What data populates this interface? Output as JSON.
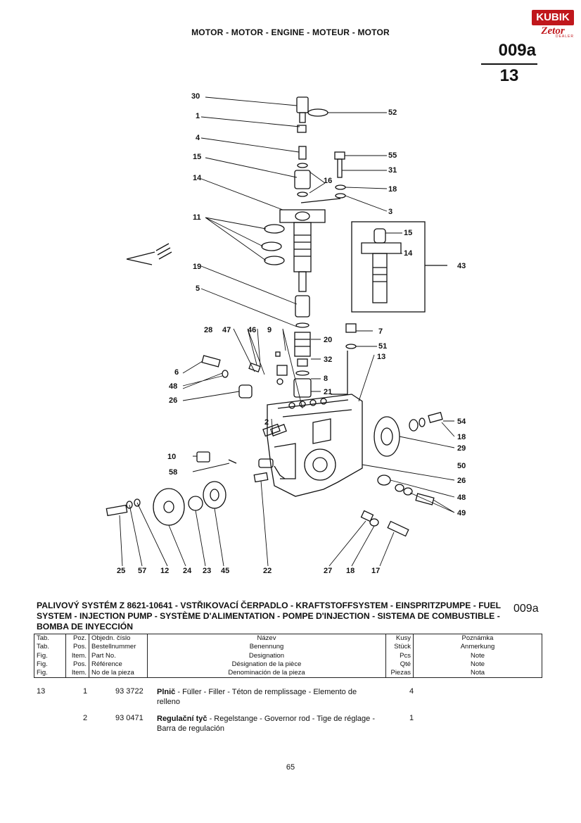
{
  "header": {
    "title": "MOTOR - MOTOR - ENGINE - MOTEUR - MOTOR"
  },
  "logo": {
    "brand": "KUBIK",
    "brand2": "Zetor",
    "tagline": "DEALER"
  },
  "page_code": {
    "group": "009a",
    "table": "13"
  },
  "diagram": {
    "callouts": [
      "30",
      "1",
      "4",
      "15",
      "14",
      "16",
      "11",
      "19",
      "5",
      "52",
      "55",
      "31",
      "18",
      "3",
      "15",
      "14",
      "43",
      "7",
      "51",
      "20",
      "32",
      "8",
      "21",
      "13",
      "28",
      "47",
      "46",
      "9",
      "6",
      "48",
      "26",
      "2",
      "10",
      "58",
      "54",
      "18",
      "29",
      "50",
      "26",
      "48",
      "49",
      "25",
      "57",
      "12",
      "24",
      "23",
      "45",
      "22",
      "27",
      "18",
      "17"
    ]
  },
  "section_title": "PALIVOVÝ SYSTÉM Z 8621-10641 - VSTŘIKOVACÍ ČERPADLO - KRAFTSTOFFSYSTEM - EINSPRITZPUMPE - FUEL SYSTEM - INJECTION PUMP - SYSTÈME D'ALIMENTATION - POMPE D'INJECTION - SISTEMA DE COMBUSTIBLE - BOMBA DE INYECCIÓN",
  "section_code": "009a",
  "table_header": {
    "tab": "Tab.\nTab.\nFig.\nFig.\nFig.",
    "pos": "Poz.\nPos.\nItem.\nPos.\nItem.",
    "partno": "Objedn. číslo\nBestellnummer\nPart No.\nRéférence\nNo de la pieza",
    "name": "Název\nBenennung\nDesignation\nDésignation de la pièce\nDenominación de la pieza",
    "qty": "Kusy\nStück\nPcs\nQté\nPiezas",
    "note": "Poznámka\nAnmerkung\nNote\nNote\nNota"
  },
  "rows": [
    {
      "tab": "13",
      "pos": "1",
      "partno": "93 3722",
      "name_bold": "Plnič",
      "name_rest": " - Füller - Filler - Téton de remplissage - Elemento de relleno",
      "qty": "4"
    },
    {
      "tab": "",
      "pos": "2",
      "partno": "93 0471",
      "name_bold": "Regulační tyč",
      "name_rest": " - Regelstange - Governor rod - Tige de réglage - Barra de regulación",
      "qty": "1"
    }
  ],
  "page_number": "65"
}
